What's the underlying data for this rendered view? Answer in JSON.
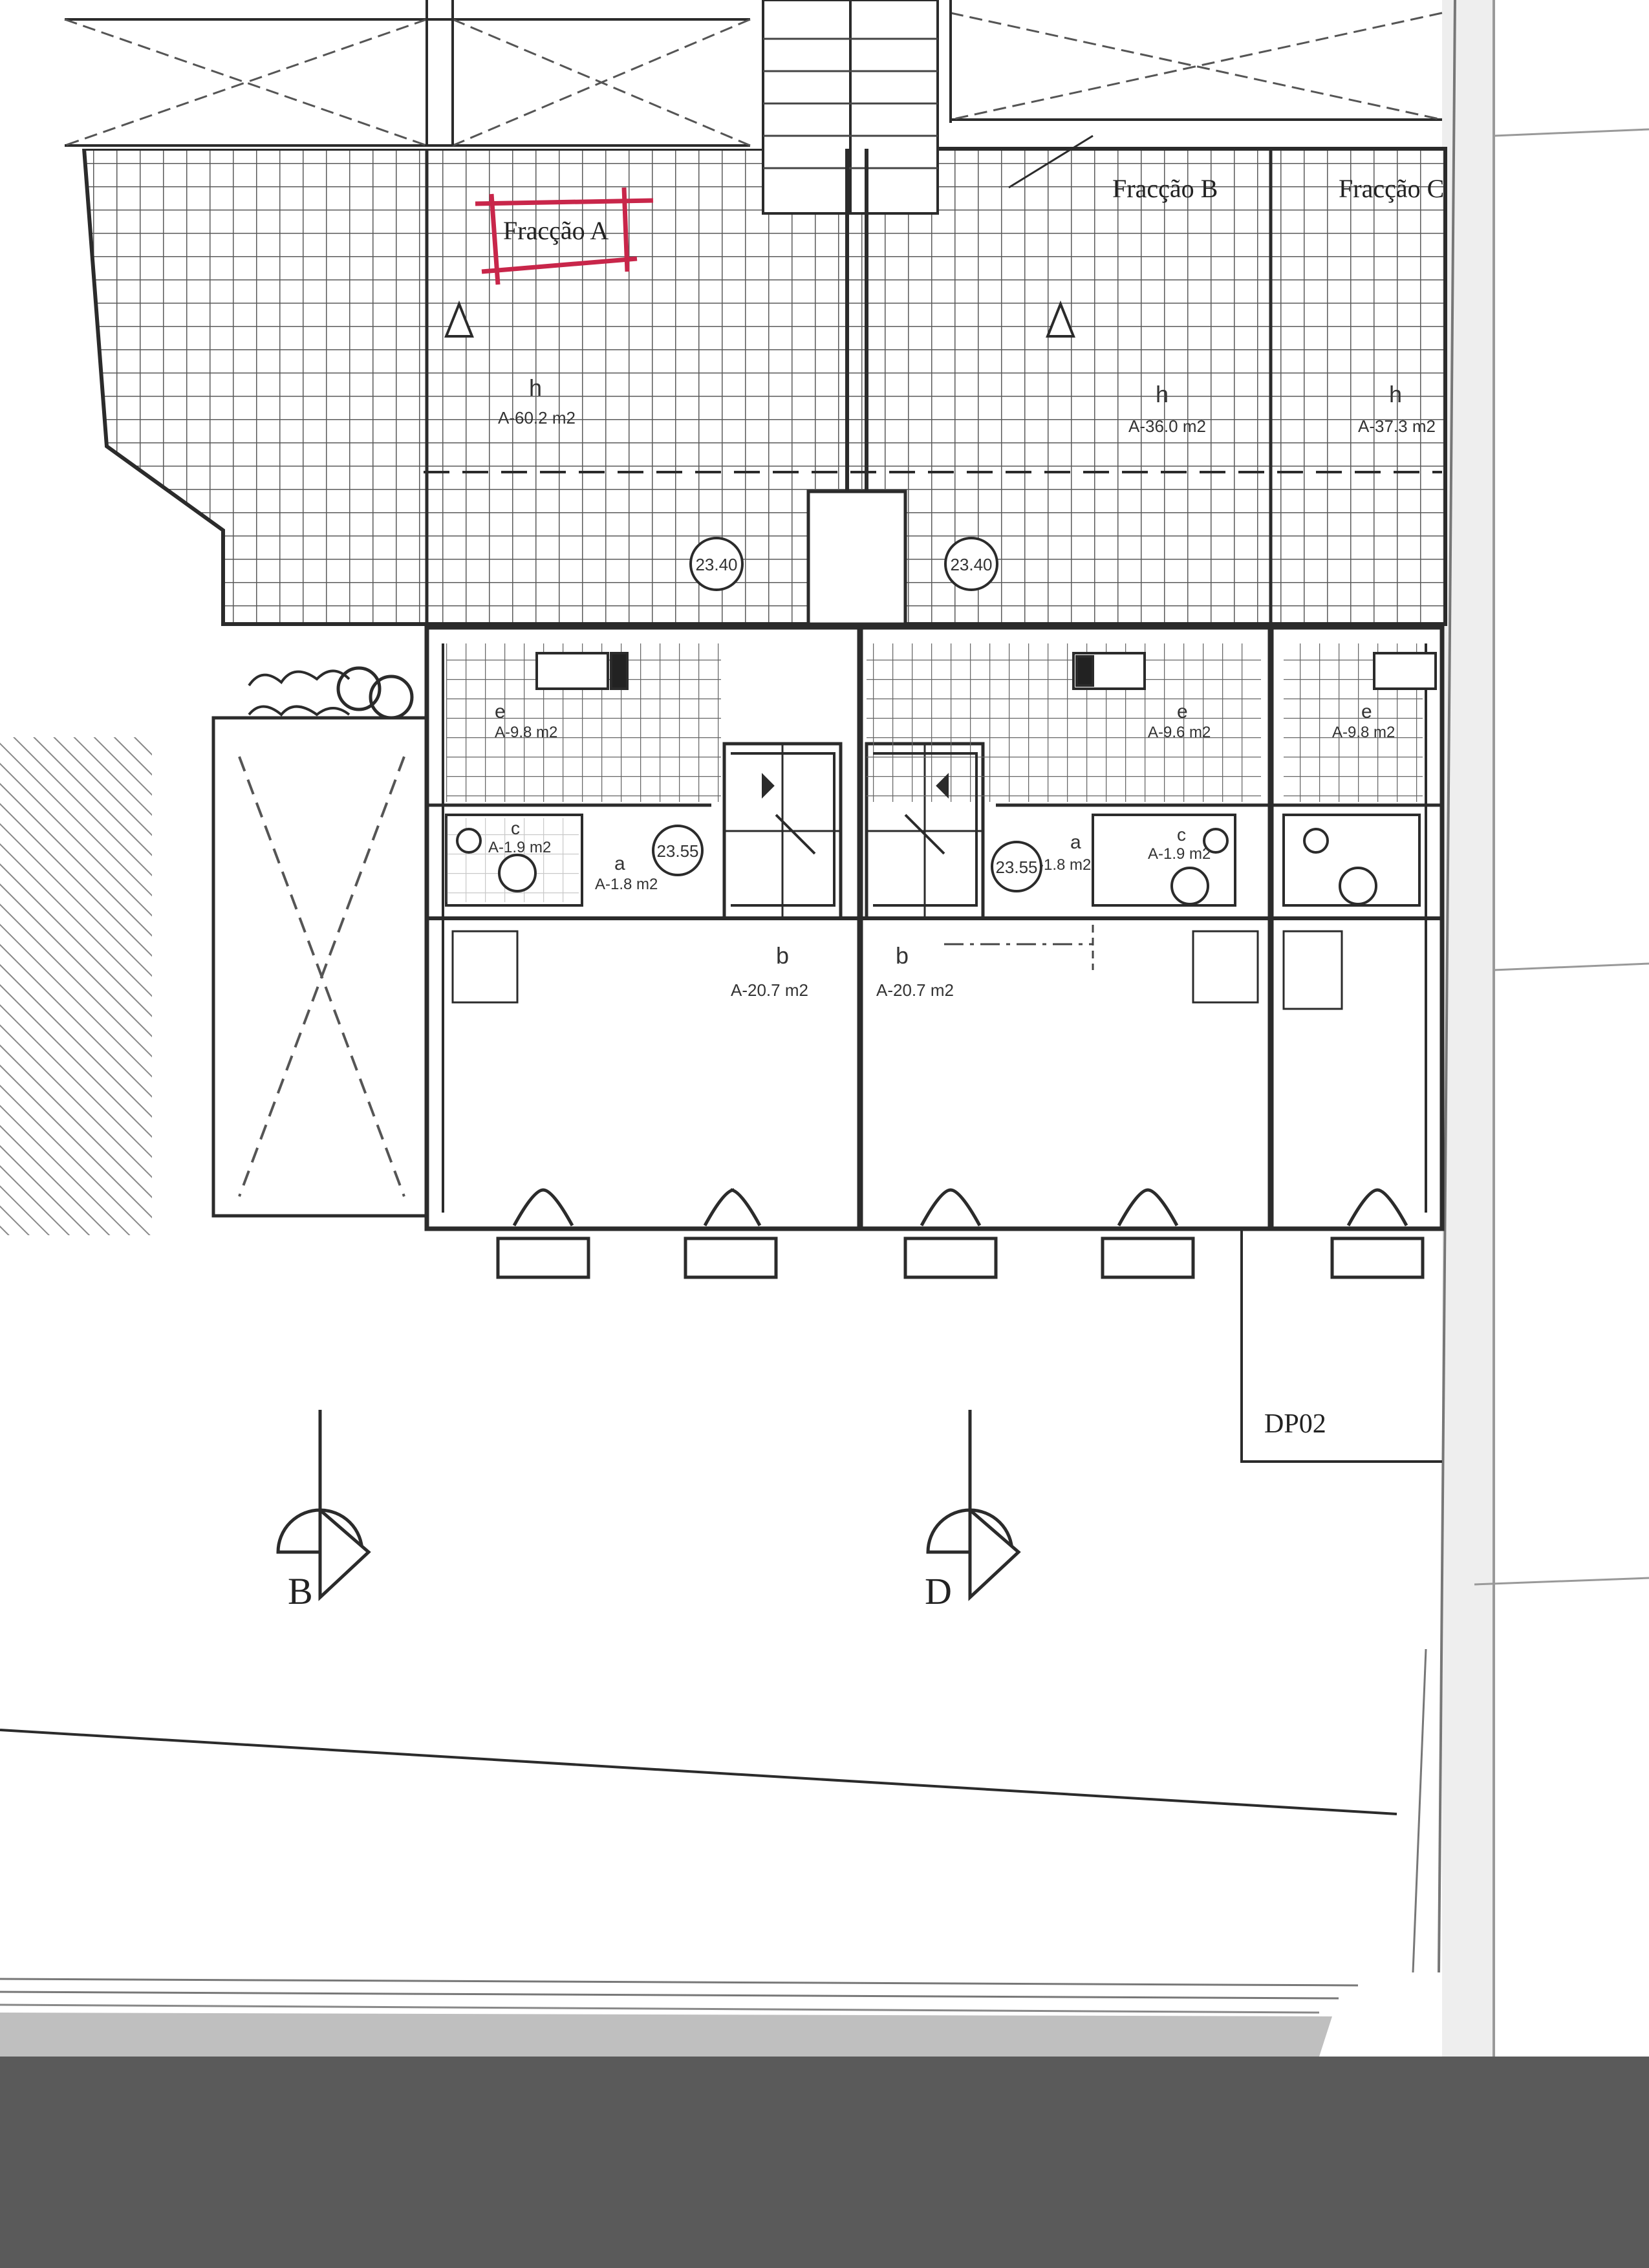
{
  "fractions": {
    "a": "Fracção A",
    "b": "Fracção B",
    "c": "Fracção C"
  },
  "rooms": {
    "h_code": "h",
    "h_area_a": "A-60.2 m2",
    "h_area_b": "A-36.0 m2",
    "h_area_c": "A-37.3 m2",
    "kitchen_code": "e",
    "kitchen_area_a": "A-9.8 m2",
    "kitchen_area_b": "A-9.6 m2",
    "kitchen_area_c": "A-9.8 m2",
    "wc_code": "c",
    "wc_area": "A-1.9 m2",
    "hall_code": "a",
    "hall_area": "A-1.8 m2",
    "living_code": "b",
    "living_area": "A-20.7 m2"
  },
  "levels": {
    "upper_left": "23.40",
    "upper_right": "23.40",
    "lower_left": "23.55",
    "lower_right": "23.55"
  },
  "sections": {
    "b": "B",
    "d": "D"
  },
  "sheet_ref": "DP02",
  "colors": {
    "ink": "#2b2b2b",
    "grid": "#555555",
    "highlight": "#c8264a",
    "scan_shadow": "#5a5a5a"
  }
}
